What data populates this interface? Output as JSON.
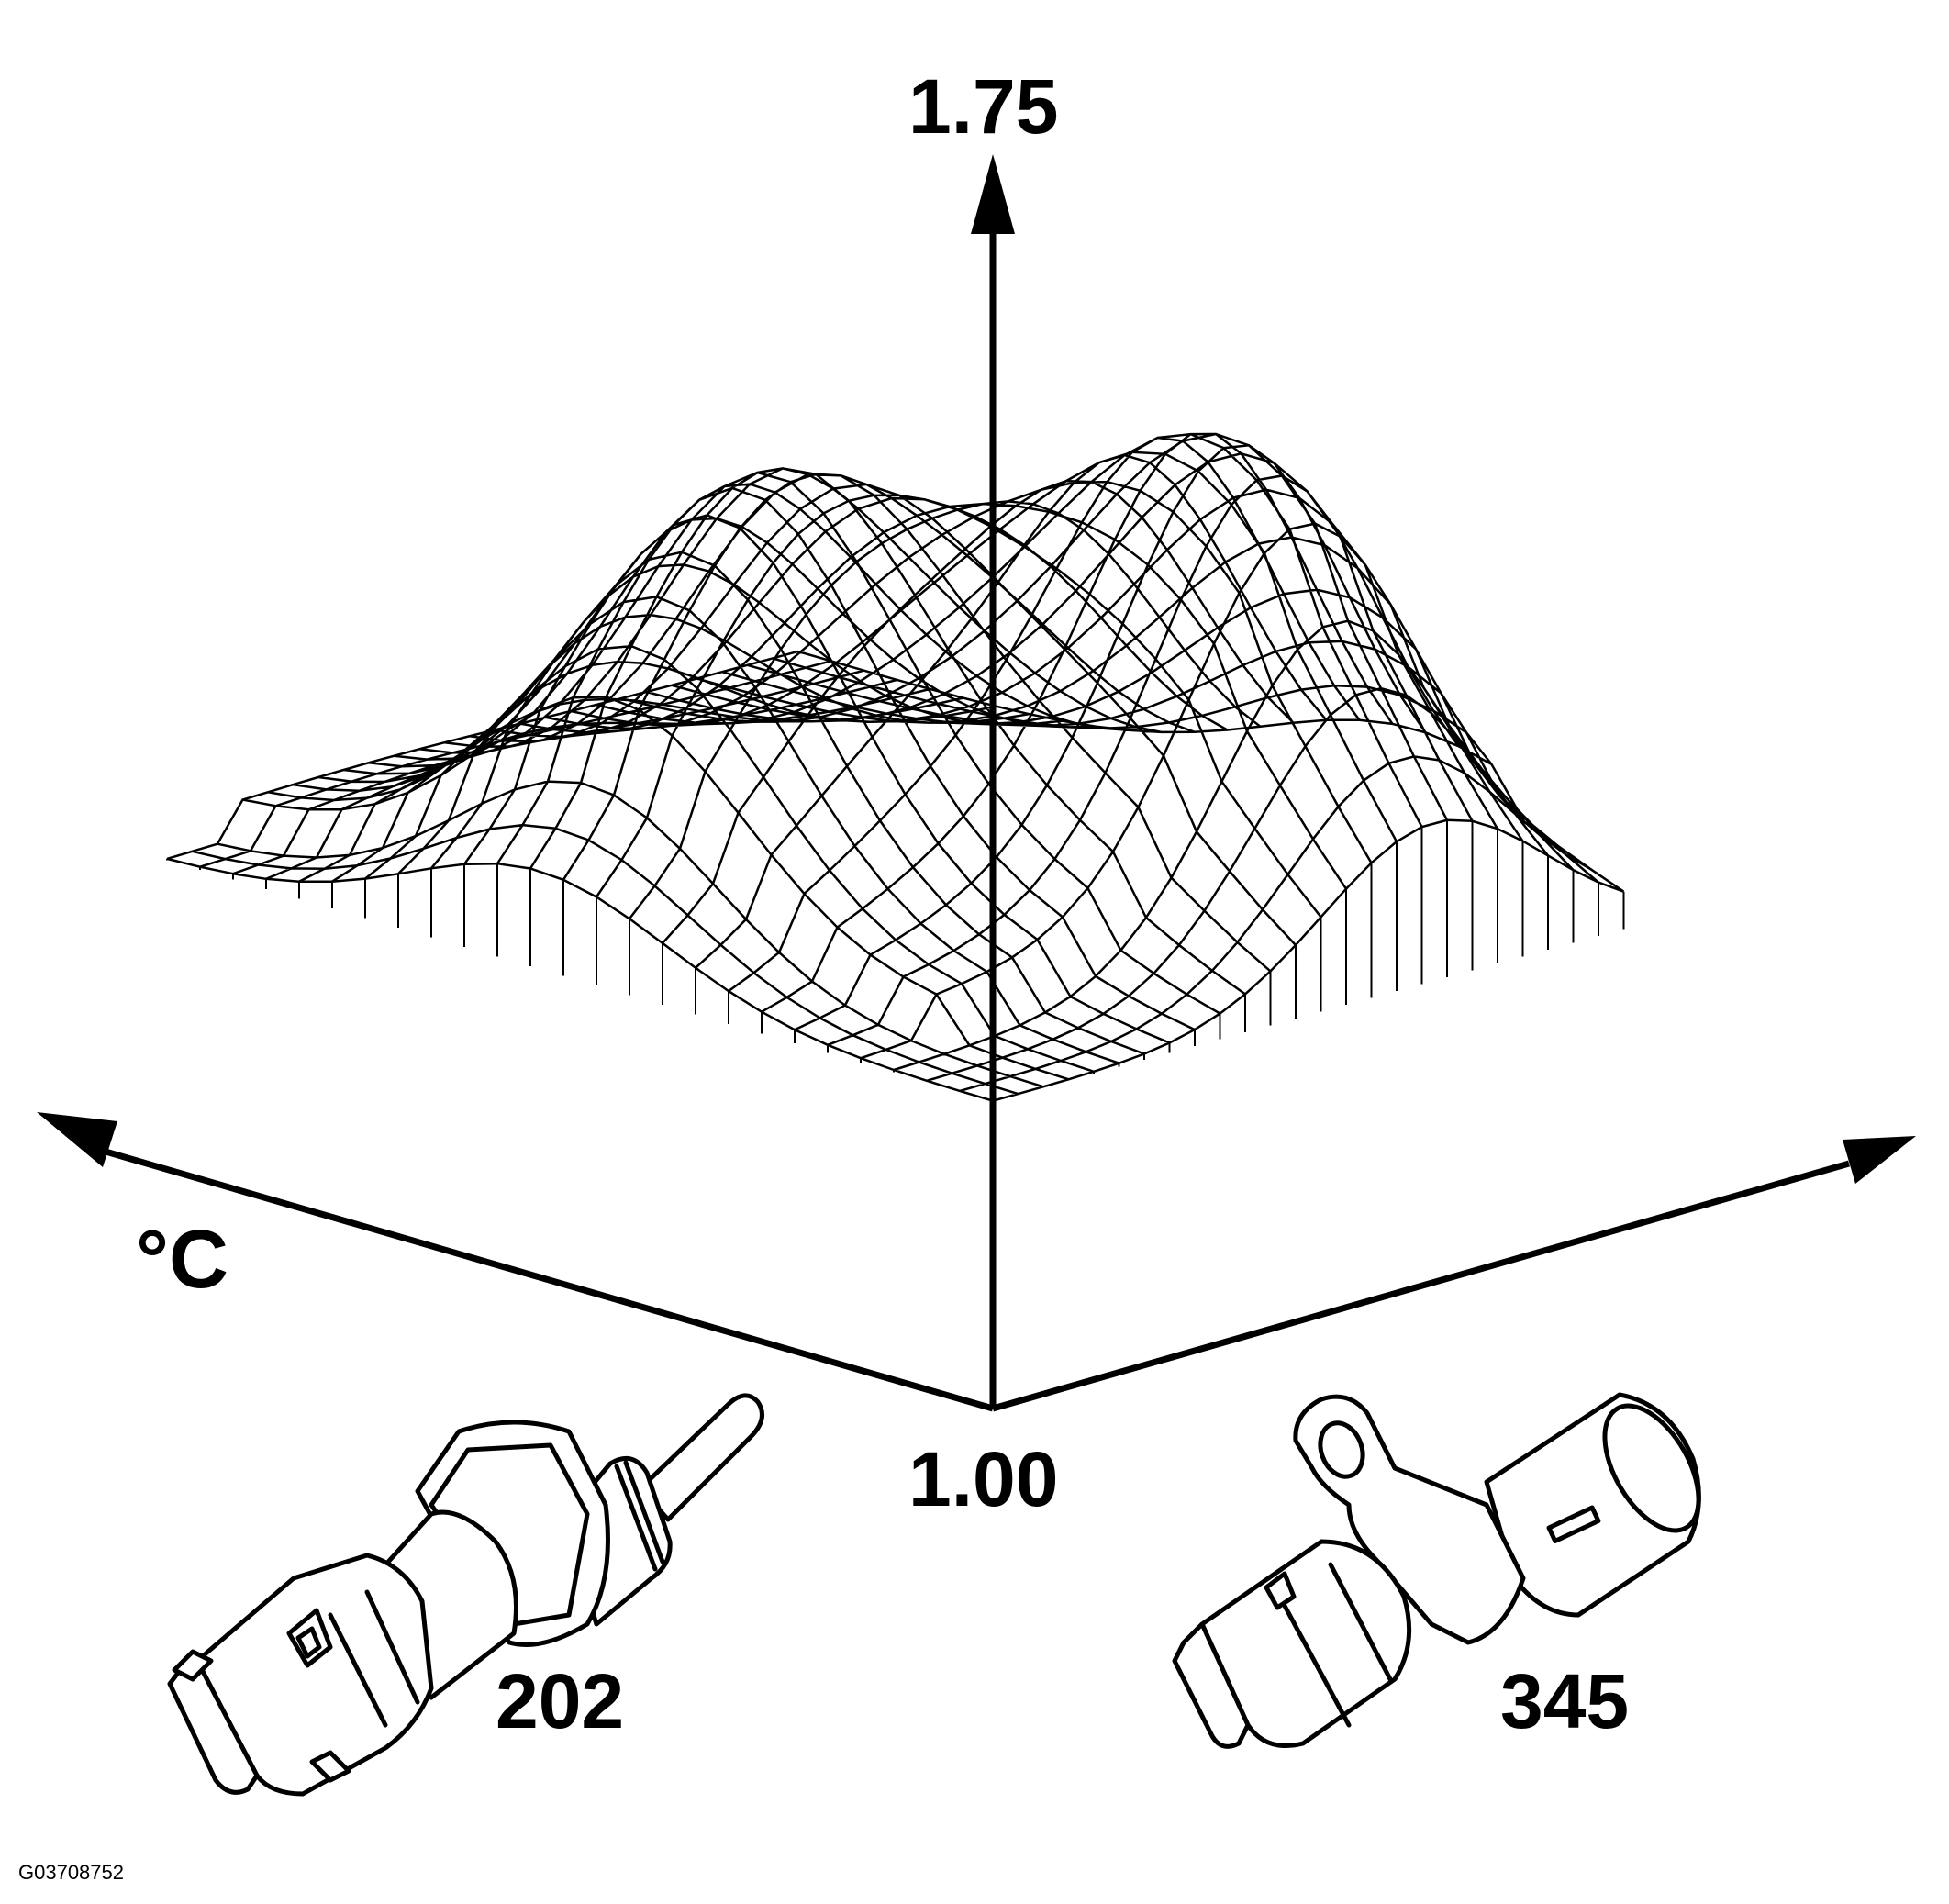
{
  "axes": {
    "vertical_top_label": "1.75",
    "origin_label": "1.00",
    "left_axis_unit": "°C"
  },
  "sensors": [
    {
      "label": "202",
      "icon": "coolant-temperature-sensor-icon"
    },
    {
      "label": "345",
      "icon": "crankshaft-position-sensor-icon"
    }
  ],
  "figure_code": "G03708752",
  "colors": {
    "ink": "#000000",
    "paper": "#ffffff"
  }
}
